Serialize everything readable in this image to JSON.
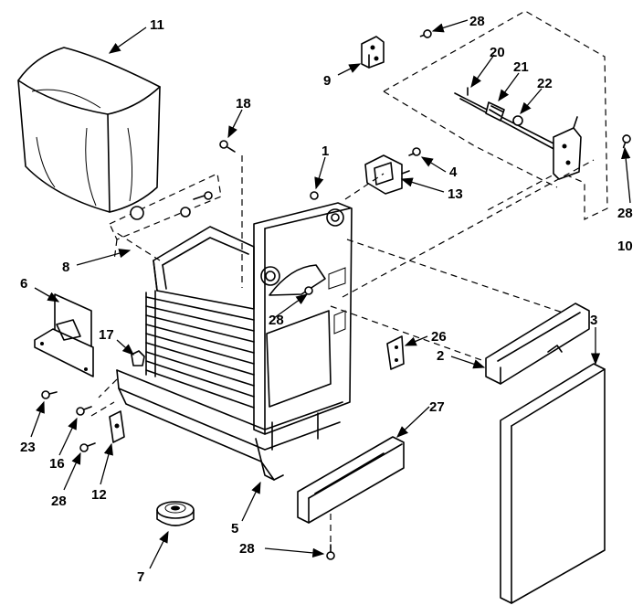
{
  "diagram": {
    "callouts": [
      {
        "id": "c11",
        "text": "11"
      },
      {
        "id": "c28a",
        "text": "28"
      },
      {
        "id": "c9",
        "text": "9"
      },
      {
        "id": "c20",
        "text": "20"
      },
      {
        "id": "c21",
        "text": "21"
      },
      {
        "id": "c22",
        "text": "22"
      },
      {
        "id": "c18",
        "text": "18"
      },
      {
        "id": "c1",
        "text": "1"
      },
      {
        "id": "c4",
        "text": "4"
      },
      {
        "id": "c13",
        "text": "13"
      },
      {
        "id": "c28b",
        "text": "28"
      },
      {
        "id": "c10",
        "text": "10"
      },
      {
        "id": "c8",
        "text": "8"
      },
      {
        "id": "c6",
        "text": "6"
      },
      {
        "id": "c28c",
        "text": "28"
      },
      {
        "id": "c3",
        "text": "3"
      },
      {
        "id": "c26",
        "text": "26"
      },
      {
        "id": "c2",
        "text": "2"
      },
      {
        "id": "c17",
        "text": "17"
      },
      {
        "id": "c27",
        "text": "27"
      },
      {
        "id": "c23",
        "text": "23"
      },
      {
        "id": "c16",
        "text": "16"
      },
      {
        "id": "c28d",
        "text": "28"
      },
      {
        "id": "c12",
        "text": "12"
      },
      {
        "id": "c5",
        "text": "5"
      },
      {
        "id": "c28e",
        "text": "28"
      },
      {
        "id": "c7",
        "text": "7"
      }
    ]
  }
}
